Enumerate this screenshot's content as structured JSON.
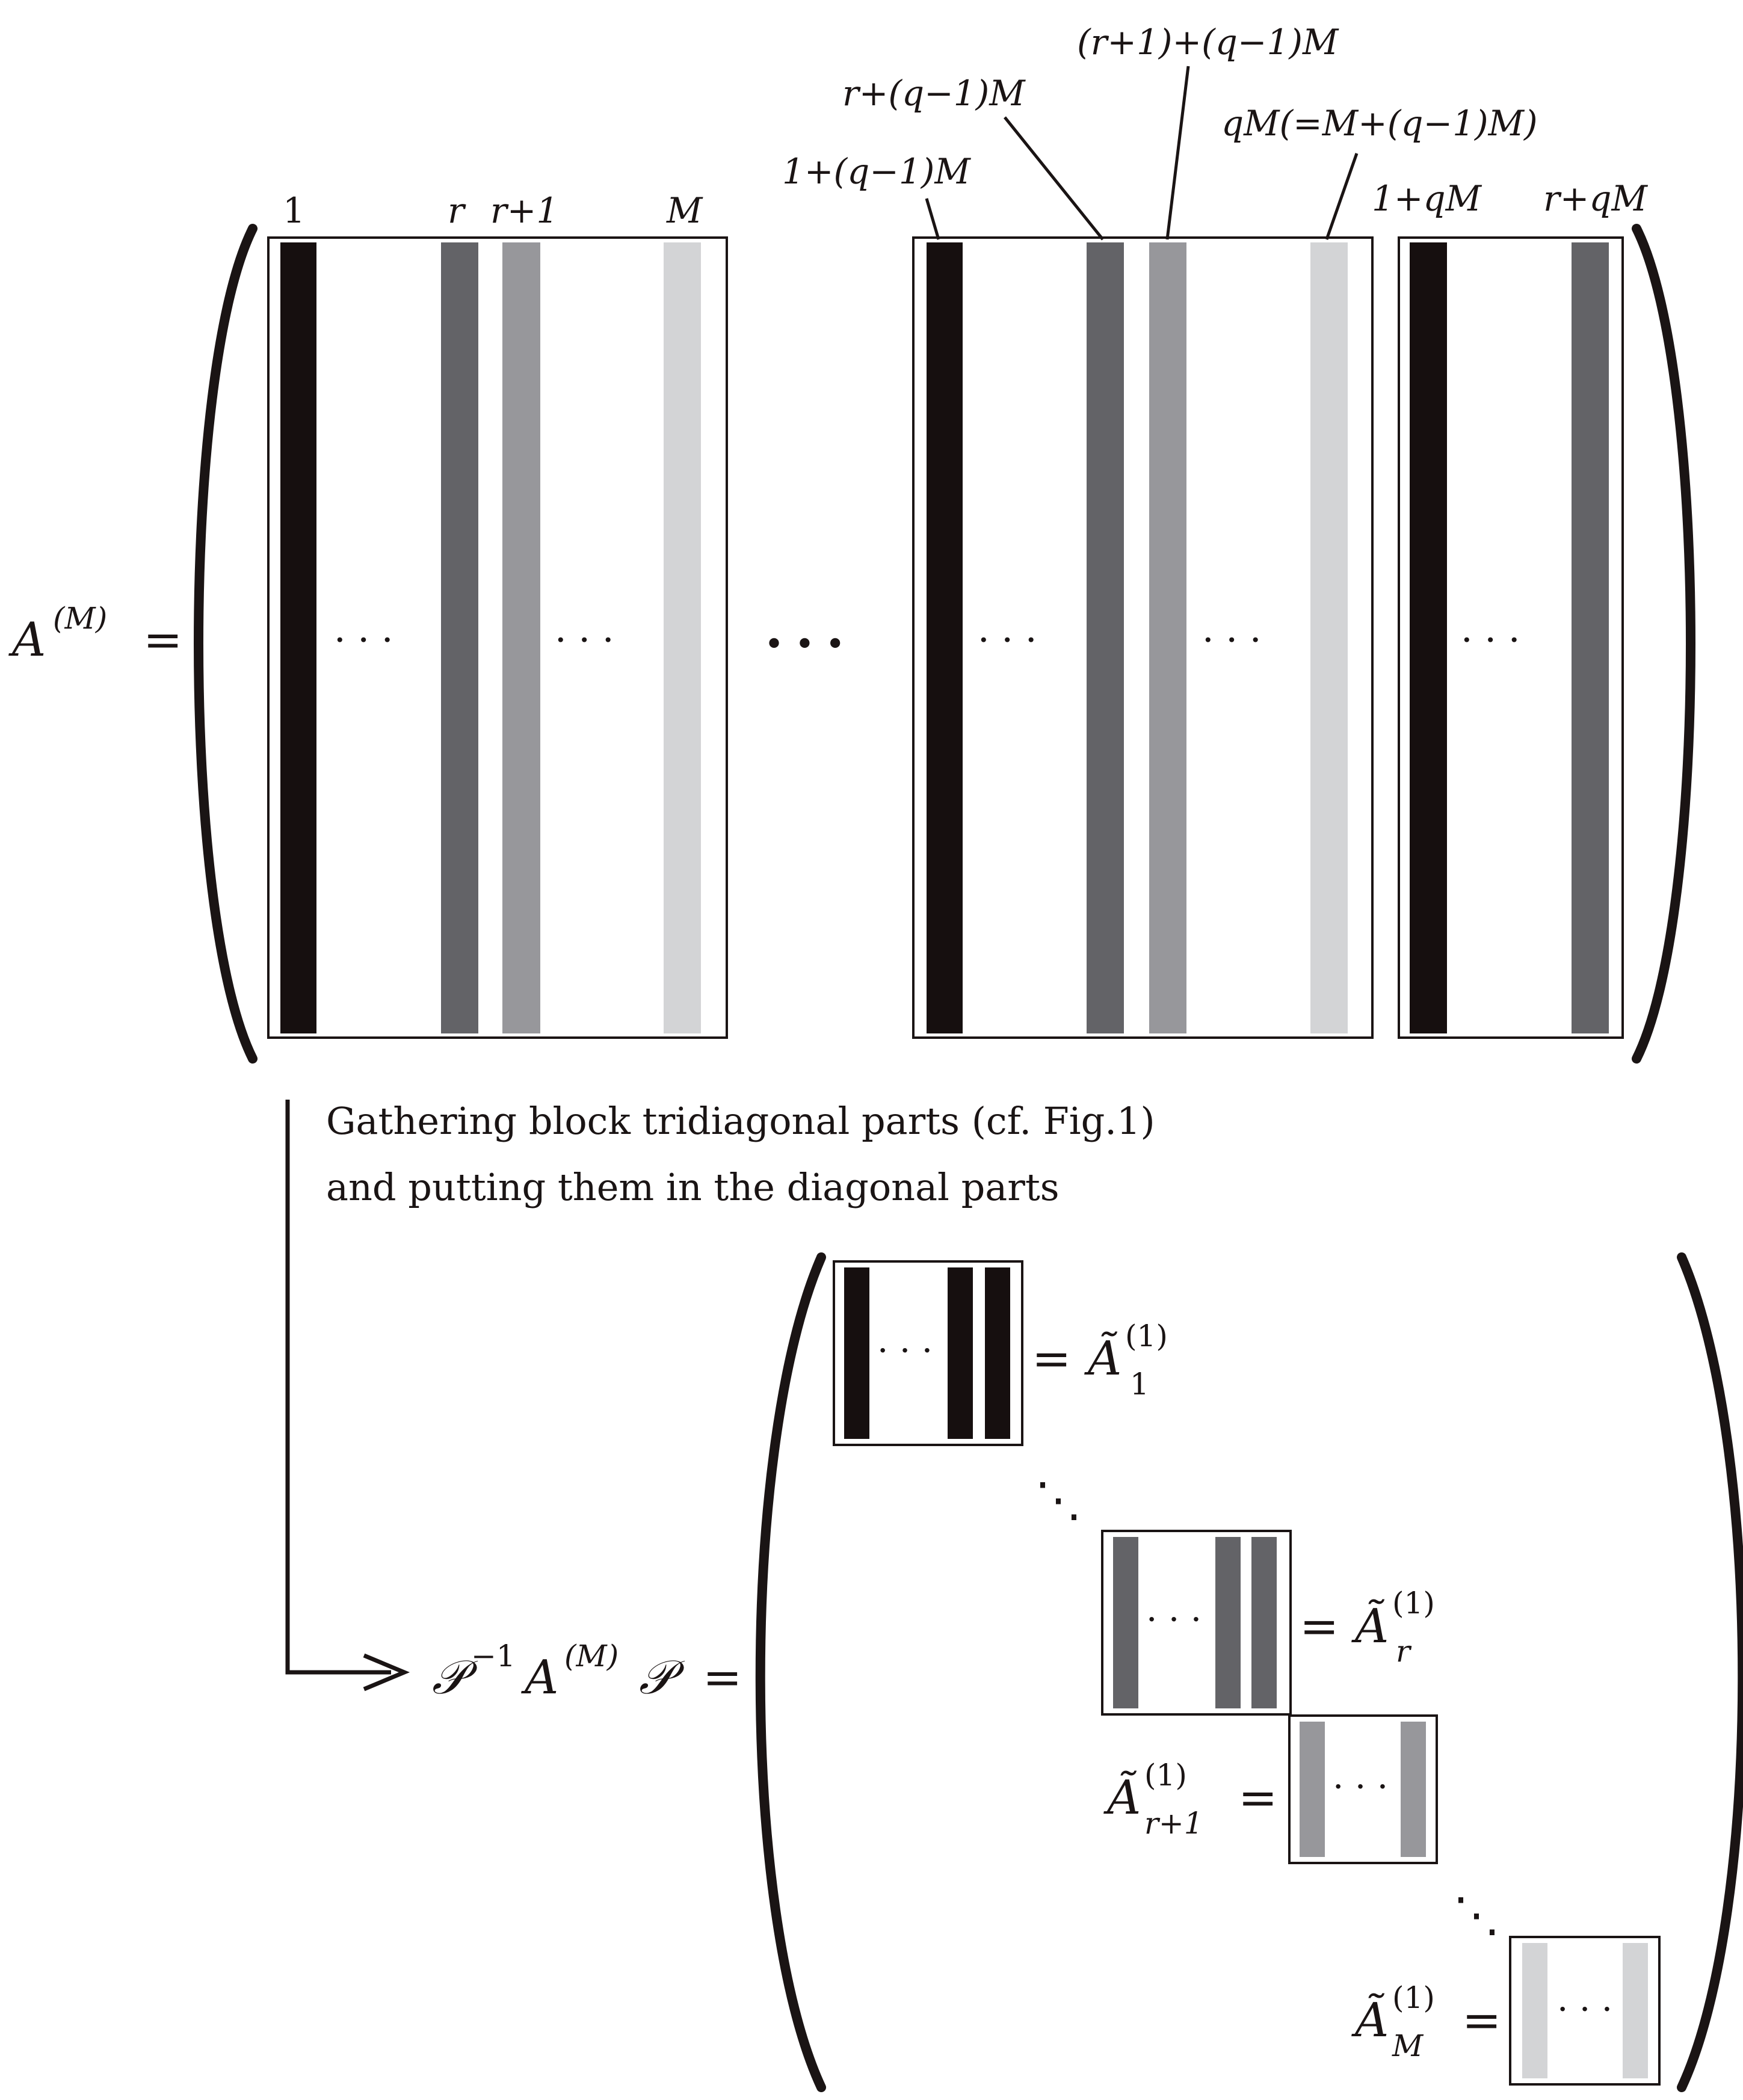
{
  "colors": {
    "ink": "#1a1414",
    "band_1": "#160f0f",
    "band_r": "#636367",
    "band_r1": "#97979b",
    "band_M": "#d3d4d6",
    "bracket": "#1a1414"
  },
  "top": {
    "lhs": {
      "base": "A",
      "sup": "(M)",
      "rel": "="
    },
    "col_labels": {
      "c1": "1",
      "cr": "r",
      "cr1": "r+1",
      "cM": "M",
      "c1q": "1+(q−1)M",
      "crq": "r+(q−1)M",
      "cr1q": "(r+1)+(q−1)M",
      "cqM": "qM(=M+(q−1)M)",
      "c1qM": "1+qM",
      "crqM": "r+qM"
    },
    "dots": {
      "inner": "· · ·",
      "between": "• • •"
    }
  },
  "arrow_caption": {
    "line1": "Gathering block tridiagonal parts (cf. Fig.1)",
    "line2": "and putting them in the diagonal parts"
  },
  "bottom": {
    "lhs": {
      "p": "𝒫",
      "pinv_sup": "−1",
      "a": "A",
      "a_sup": "(M)",
      "p2": "𝒫",
      "rel": "="
    },
    "blocks": {
      "b1": {
        "eq": "=",
        "base": "Ã",
        "sup": "(1)",
        "sub": "1"
      },
      "br": {
        "eq": "=",
        "base": "Ã",
        "sup": "(1)",
        "sub": "r"
      },
      "br1": {
        "eq": "=",
        "base": "Ã",
        "sup": "(1)",
        "sub": "r+1"
      },
      "bM": {
        "eq": "=",
        "base": "Ã",
        "sup": "(1)",
        "sub": "M"
      }
    },
    "inner_dots": "· · ·",
    "diag_dots": "⋱"
  }
}
